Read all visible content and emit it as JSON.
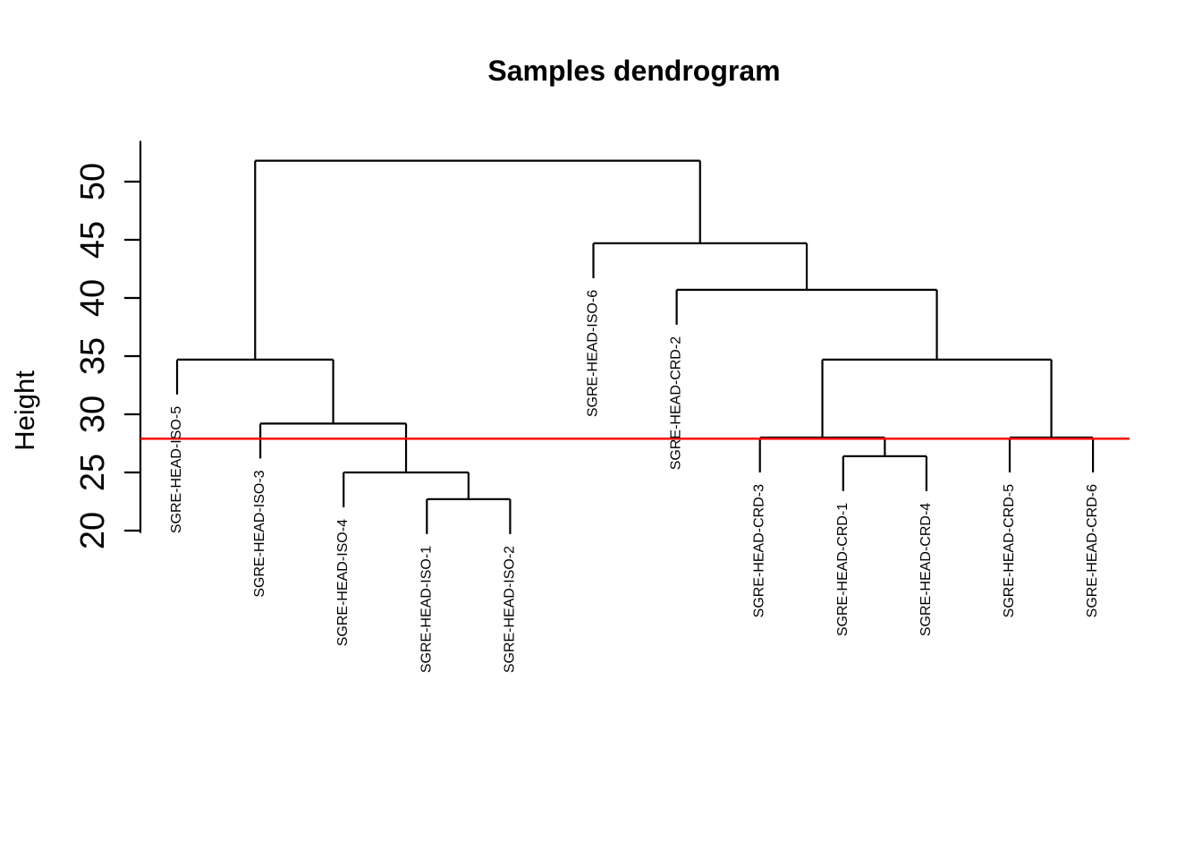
{
  "title": "Samples dendrogram",
  "y_axis": {
    "label": "Height",
    "ticks": [
      20,
      25,
      30,
      35,
      40,
      45,
      50
    ]
  },
  "cut_line": {
    "height": 27.9,
    "color": "#FF0000"
  },
  "colors": {
    "line": "#000000",
    "text": "#000000",
    "background": "#FFFFFF",
    "cut_line": "#FF0000"
  },
  "chart_data": {
    "type": "dendrogram",
    "title": "Samples dendrogram",
    "xlabel": "",
    "ylabel": "Height",
    "yticks": [
      20,
      25,
      30,
      35,
      40,
      45,
      50
    ],
    "ylim": [
      19.8,
      53.5
    ],
    "grid": false,
    "orientation": "vertical",
    "hang": 3.0,
    "cut_height": 27.9,
    "line_color": "#000000",
    "cut_line_color": "#FF0000",
    "leaf_order": [
      "SGRE-HEAD-ISO-5",
      "SGRE-HEAD-ISO-3",
      "SGRE-HEAD-ISO-4",
      "SGRE-HEAD-ISO-1",
      "SGRE-HEAD-ISO-2",
      "SGRE-HEAD-ISO-6",
      "SGRE-HEAD-CRD-2",
      "SGRE-HEAD-CRD-3",
      "SGRE-HEAD-CRD-1",
      "SGRE-HEAD-CRD-4",
      "SGRE-HEAD-CRD-5",
      "SGRE-HEAD-CRD-6"
    ],
    "tree": {
      "height": 51.8,
      "children": [
        {
          "height": 34.7,
          "children": [
            {
              "leaf": "SGRE-HEAD-ISO-5"
            },
            {
              "height": 29.2,
              "children": [
                {
                  "leaf": "SGRE-HEAD-ISO-3"
                },
                {
                  "height": 25.0,
                  "children": [
                    {
                      "leaf": "SGRE-HEAD-ISO-4"
                    },
                    {
                      "height": 22.7,
                      "children": [
                        {
                          "leaf": "SGRE-HEAD-ISO-1"
                        },
                        {
                          "leaf": "SGRE-HEAD-ISO-2"
                        }
                      ]
                    }
                  ]
                }
              ]
            }
          ]
        },
        {
          "height": 44.7,
          "children": [
            {
              "leaf": "SGRE-HEAD-ISO-6"
            },
            {
              "height": 40.7,
              "children": [
                {
                  "leaf": "SGRE-HEAD-CRD-2"
                },
                {
                  "height": 34.7,
                  "children": [
                    {
                      "height": 28.0,
                      "children": [
                        {
                          "leaf": "SGRE-HEAD-CRD-3"
                        },
                        {
                          "height": 26.4,
                          "children": [
                            {
                              "leaf": "SGRE-HEAD-CRD-1"
                            },
                            {
                              "leaf": "SGRE-HEAD-CRD-4"
                            }
                          ]
                        }
                      ]
                    },
                    {
                      "height": 28.0,
                      "children": [
                        {
                          "leaf": "SGRE-HEAD-CRD-5"
                        },
                        {
                          "leaf": "SGRE-HEAD-CRD-6"
                        }
                      ]
                    }
                  ]
                }
              ]
            }
          ]
        }
      ]
    }
  }
}
